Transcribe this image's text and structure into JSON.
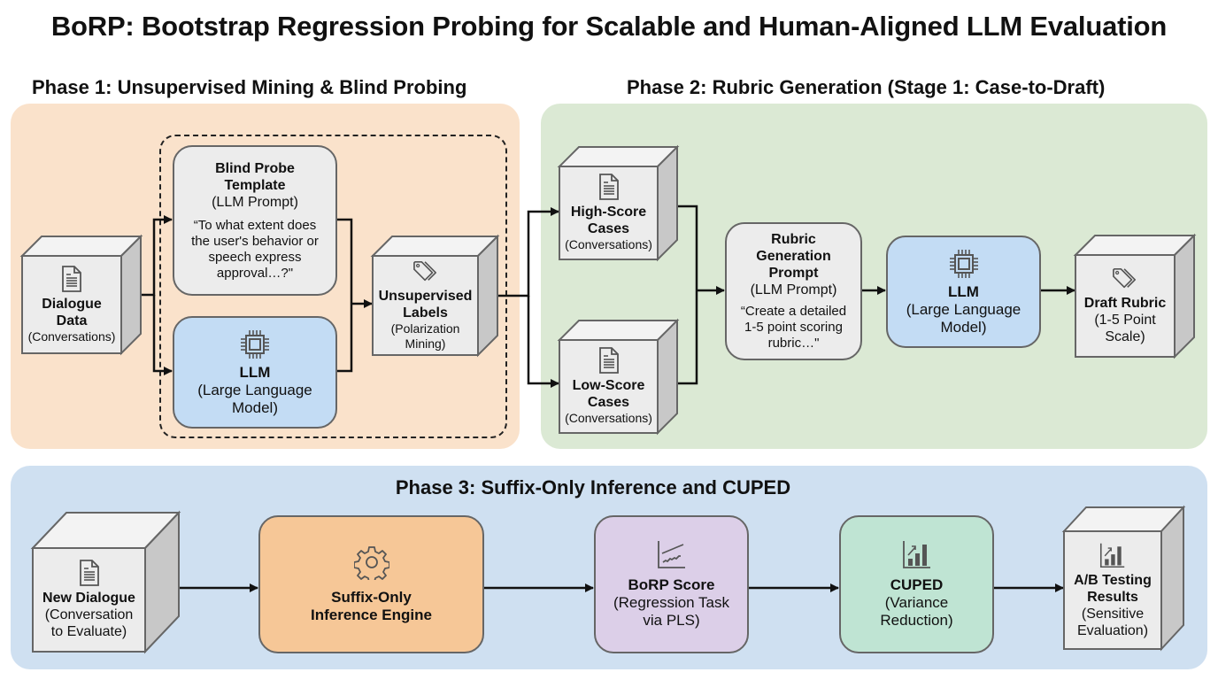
{
  "title": "BoRP: Bootstrap Regression Probing for Scalable and Human-Aligned LLM Evaluation",
  "phase1": {
    "title": "Phase 1: Unsupervised Mining & Blind Probing",
    "dialogue": {
      "icon": "document-icon",
      "name_line1": "Dialogue",
      "name_line2": "Data",
      "sub": "(Conversations)"
    },
    "blind_probe": {
      "name_line1": "Blind Probe",
      "name_line2": "Template",
      "sub": "(LLM Prompt)",
      "quote_line1": "“To what extent does",
      "quote_line2": "the user's behavior or",
      "quote_line3": "speech express",
      "quote_line4": "approval…?\""
    },
    "llm": {
      "icon": "chip-icon",
      "name": "LLM",
      "sub_line1": "(Large Language",
      "sub_line2": "Model)"
    },
    "labels": {
      "icon": "tag-icon",
      "name_line1": "Unsupervised",
      "name_line2": "Labels",
      "sub_line1": "(Polarization",
      "sub_line2": "Mining)"
    }
  },
  "phase2": {
    "title": "Phase 2: Rubric Generation (Stage 1: Case-to-Draft)",
    "high": {
      "icon": "document-icon",
      "name_line1": "High-Score",
      "name_line2": "Cases",
      "sub": "(Conversations)"
    },
    "low": {
      "icon": "document-icon",
      "name_line1": "Low-Score",
      "name_line2": "Cases",
      "sub": "(Conversations)"
    },
    "rubric_prompt": {
      "name_line1": "Rubric",
      "name_line2": "Generation",
      "name_line3": "Prompt",
      "sub": "(LLM Prompt)",
      "quote_line1": "“Create a detailed",
      "quote_line2": "1-5 point scoring",
      "quote_line3": "rubric…\""
    },
    "llm": {
      "icon": "chip-icon",
      "name": "LLM",
      "sub_line1": "(Large Language",
      "sub_line2": "Model)"
    },
    "draft": {
      "icon": "tag-icon",
      "name": "Draft Rubric",
      "sub_line1": "(1-5 Point",
      "sub_line2": "Scale)"
    }
  },
  "phase3": {
    "title": "Phase 3: Suffix-Only Inference and CUPED",
    "new_dialogue": {
      "icon": "document-icon",
      "name": "New Dialogue",
      "sub_line1": "(Conversation",
      "sub_line2": "to Evaluate)"
    },
    "engine": {
      "icon": "gear-icon",
      "name_line1": "Suffix-Only",
      "name_line2": "Inference Engine"
    },
    "borp": {
      "icon": "regression-chart-icon",
      "name": "BoRP Score",
      "sub_line1": "(Regression Task",
      "sub_line2": "via PLS)"
    },
    "cuped": {
      "icon": "bar-chart-icon",
      "name": "CUPED",
      "sub_line1": "(Variance",
      "sub_line2": "Reduction)"
    },
    "ab": {
      "icon": "bar-chart-icon",
      "name_line1": "A/B Testing",
      "name_line2": "Results",
      "sub_line1": "(Sensitive",
      "sub_line2": "Evaluation)"
    }
  },
  "colors": {
    "phase1_bg": "#fae2cb",
    "phase2_bg": "#dbe9d4",
    "phase3_bg": "#cfe0f1",
    "llm_box": "#c3dcf4",
    "prompt_box": "#ececec",
    "engine_box": "#f6c797",
    "score_box": "#dccfe8",
    "cuped_box": "#bfe4d3"
  }
}
